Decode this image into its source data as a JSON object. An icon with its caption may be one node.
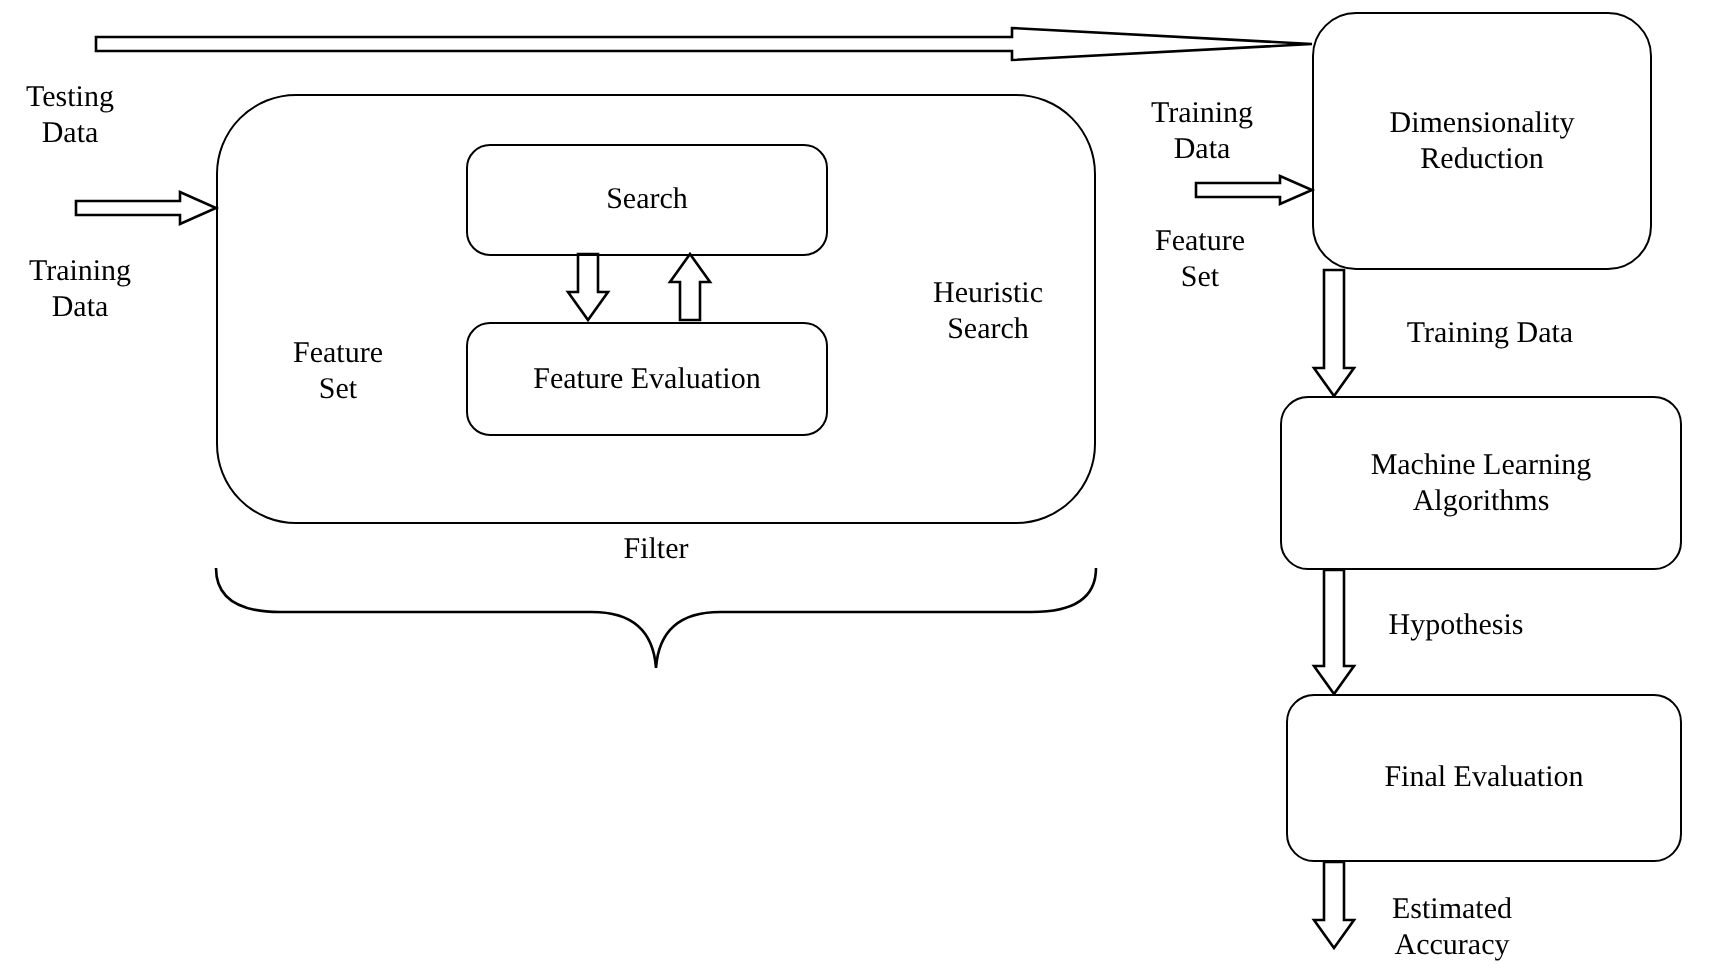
{
  "diagram": {
    "nodes": [
      {
        "text": [
          "Feature Set",
          "Heuristic Search"
        ]
      },
      {
        "text": [
          "Search"
        ],
        "in": 0
      },
      {
        "text": [
          "Feature Evaluation"
        ],
        "in": 0
      },
      {
        "text": [
          "Dimensionality Reduction"
        ]
      },
      {
        "text": [
          "Machine Learning Algorithms"
        ]
      },
      {
        "text": [
          "Final Evaluation"
        ]
      }
    ],
    "edges": [
      {
        "from": null,
        "to": 3,
        "arrow": "to"
      },
      {
        "from": null,
        "to": 0,
        "arrow": "to",
        "label": "Training Data"
      },
      {
        "from": 1,
        "to": 2,
        "arrow": "to"
      },
      {
        "from": 2,
        "to": 1,
        "arrow": "to"
      },
      {
        "from": null,
        "to": 3,
        "arrow": "to",
        "label": "Training Data"
      },
      {
        "from": 3,
        "to": 4,
        "arrow": "to",
        "label": "Training Data"
      },
      {
        "from": 4,
        "to": 5,
        "arrow": "to",
        "label": "Hypothesis"
      },
      {
        "from": 5,
        "to": null,
        "arrow": "to",
        "label": "Estimated Accuracy"
      }
    ],
    "labels": [
      "Testing Data",
      "Feature Set",
      "Filter"
    ]
  }
}
